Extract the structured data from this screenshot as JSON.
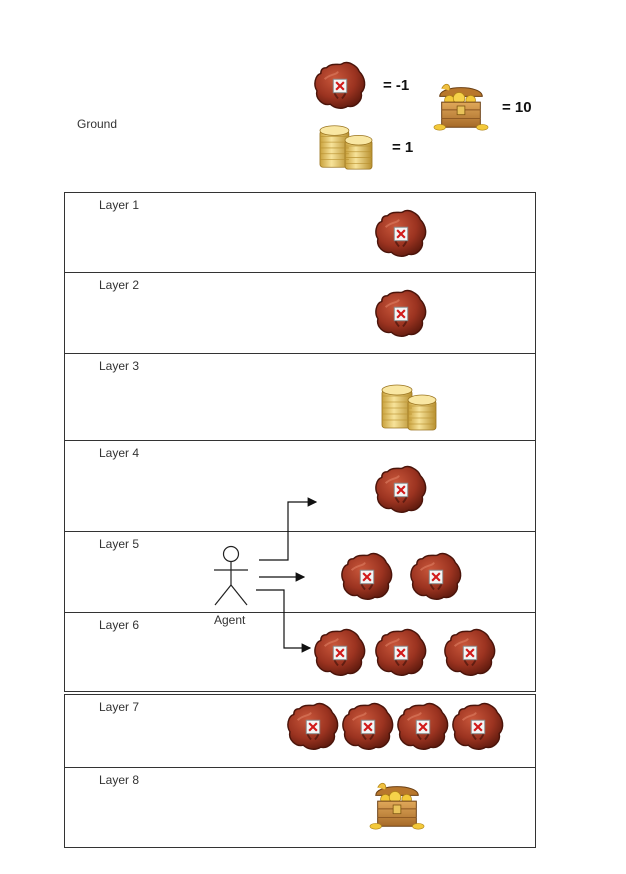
{
  "ground": {
    "label": "Ground"
  },
  "legend": {
    "bomb_value": "= -1",
    "coin_value": "= 1",
    "chest_value": "= 10"
  },
  "layers": [
    {
      "label": "Layer 1",
      "items": [
        "bomb"
      ]
    },
    {
      "label": "Layer 2",
      "items": [
        "bomb"
      ]
    },
    {
      "label": "Layer 3",
      "items": [
        "coin"
      ]
    },
    {
      "label": "Layer 4",
      "items": [
        "bomb"
      ]
    },
    {
      "label": "Layer 5",
      "items": [
        "bomb",
        "bomb"
      ]
    },
    {
      "label": "Layer 6",
      "items": [
        "bomb",
        "bomb",
        "bomb"
      ]
    },
    {
      "label": "Layer 7",
      "items": [
        "bomb",
        "bomb",
        "bomb",
        "bomb"
      ]
    },
    {
      "label": "Layer 8",
      "items": [
        "chest"
      ]
    }
  ],
  "agent": {
    "label": "Agent"
  },
  "icons": {
    "bomb": "bomb-icon",
    "coin": "coin-stack-icon",
    "chest": "treasure-chest-icon"
  },
  "colors": {
    "bomb": "#a33a24",
    "bomb_dark": "#6e2012",
    "mark": "#d11a1a",
    "coin": "#e8c55a",
    "chest": "#c98b3a"
  }
}
